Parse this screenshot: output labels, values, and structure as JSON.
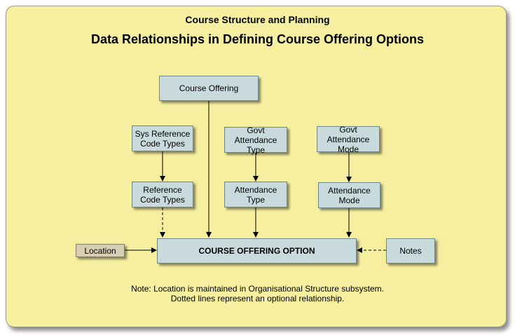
{
  "header": {
    "subtitle": "Course Structure and Planning",
    "title": "Data Relationships in Defining Course Offering Options"
  },
  "entities": {
    "course_offering": "Course Offering",
    "sys_reference_code_types": "Sys Reference\nCode Types",
    "govt_attendance_type": "Govt Attendance\nType",
    "govt_attendance_mode": "Govt Attendance\nMode",
    "reference_code_types": "Reference\nCode Types",
    "attendance_type": "Attendance\nType",
    "attendance_mode": "Attendance\nMode",
    "location": "Location",
    "course_offering_option": "COURSE OFFERING OPTION",
    "notes": "Notes"
  },
  "relationships": [
    {
      "from": "course_offering",
      "to": "course_offering_option",
      "optional": false
    },
    {
      "from": "sys_reference_code_types",
      "to": "reference_code_types",
      "optional": false
    },
    {
      "from": "reference_code_types",
      "to": "course_offering_option",
      "optional": true
    },
    {
      "from": "govt_attendance_type",
      "to": "attendance_type",
      "optional": false
    },
    {
      "from": "attendance_type",
      "to": "course_offering_option",
      "optional": false
    },
    {
      "from": "govt_attendance_mode",
      "to": "attendance_mode",
      "optional": false
    },
    {
      "from": "attendance_mode",
      "to": "course_offering_option",
      "optional": false
    },
    {
      "from": "location",
      "to": "course_offering_option",
      "optional": false
    },
    {
      "from": "notes",
      "to": "course_offering_option",
      "optional": true
    }
  ],
  "footnote": "Note: Location is maintained in Organisational Structure subsystem.\nDotted lines represent an optional relationship."
}
